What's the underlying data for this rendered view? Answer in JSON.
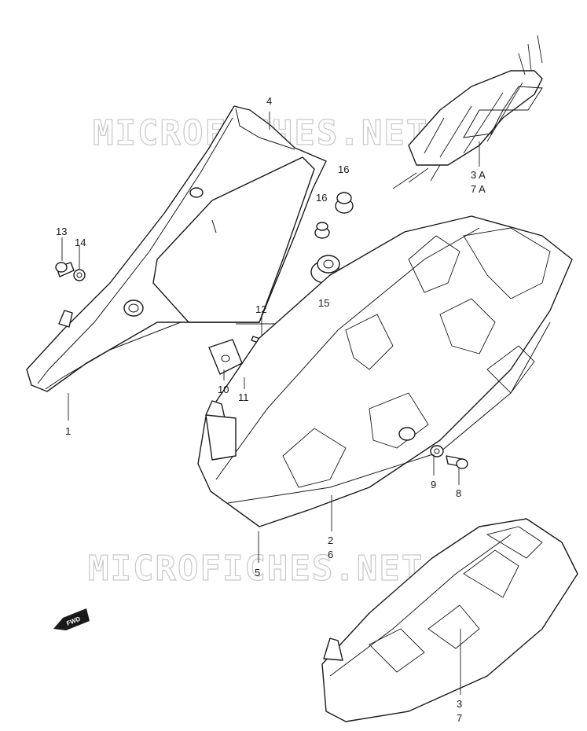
{
  "watermark": {
    "text": "MICROFICHES.NET",
    "color": "#c8c8c8"
  },
  "callouts": {
    "c1": "1",
    "c2": "2",
    "c3": "3",
    "c3a": "3 A",
    "c4": "4",
    "c5": "5",
    "c6": "6",
    "c7": "7",
    "c7a": "7 A",
    "c8": "8",
    "c9": "9",
    "c10": "10",
    "c11": "11",
    "c12": "12",
    "c13": "13",
    "c14": "14",
    "c15": "15",
    "c16a": "16",
    "c16b": "16"
  },
  "fwd": {
    "label": "FWD",
    "icon": "fwd-arrow-icon"
  },
  "colors": {
    "line": "#1a1a1a",
    "background": "#ffffff"
  }
}
